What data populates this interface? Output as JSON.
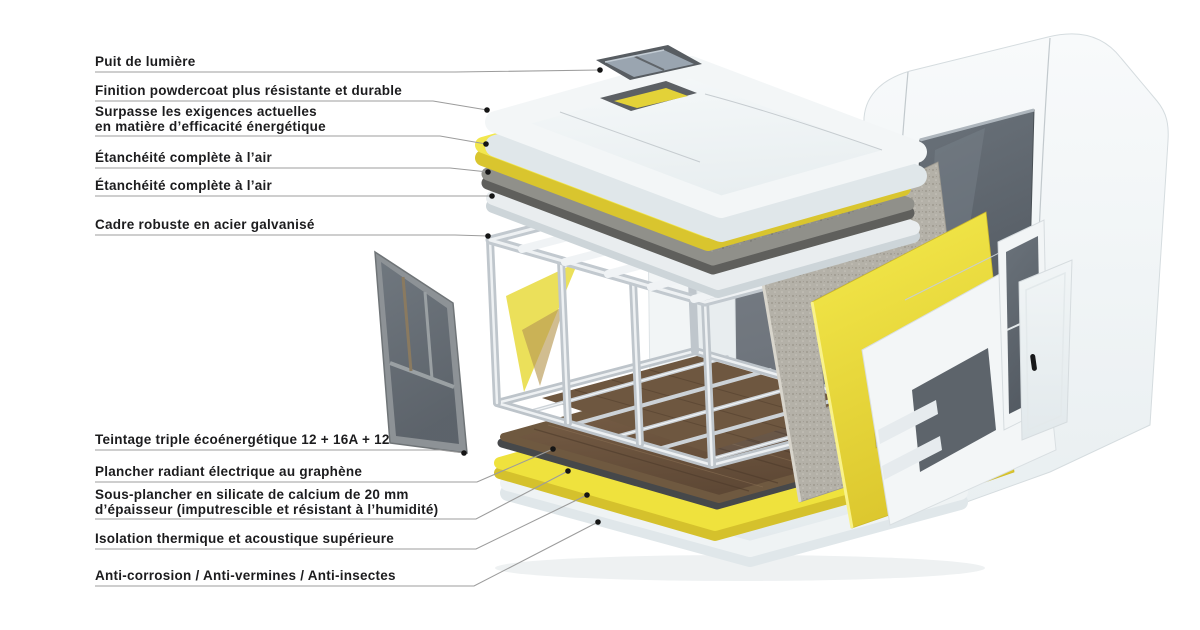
{
  "figure": {
    "type": "exploded-construction-diagram",
    "background": "#ffffff",
    "annotation_text_color": "#1c1c1e",
    "leader_line_color": "#9c9c9c",
    "leader_dot_color": "#151515"
  },
  "colors": {
    "insulation_yellow": "#efe23d",
    "panel_white": "#f2f5f6",
    "membrane_gray": "#8f8f89",
    "steel_frame": "#c2c9cf",
    "wood_floor": "#6f5940",
    "glass_dark": "#5d646b",
    "cement_board": "#b4b1a8"
  },
  "labels": [
    {
      "id": "skylight",
      "text": "Puit de lumière"
    },
    {
      "id": "powdercoat",
      "text": "Finition powdercoat plus résistante et durable"
    },
    {
      "id": "efficiency",
      "text": "Surpasse les exigences actuelles\nen matière d’efficacité énergétique"
    },
    {
      "id": "airtight-1",
      "text": "Étanchéité complète à l’air"
    },
    {
      "id": "airtight-2",
      "text": "Étanchéité complète à l’air"
    },
    {
      "id": "frame",
      "text": "Cadre robuste en acier galvanisé"
    },
    {
      "id": "glazing",
      "text": "Teintage triple écoénergétique 12 + 16A + 12"
    },
    {
      "id": "radiant-floor",
      "text": "Plancher radiant électrique au graphène"
    },
    {
      "id": "subfloor",
      "text": "Sous-plancher en silicate de calcium de 20 mm\nd’épaisseur (imputrescible et résistant à l’humidité)"
    },
    {
      "id": "insulation",
      "text": "Isolation thermique et acoustique supérieure"
    },
    {
      "id": "anti",
      "text": "Anti-corrosion / Anti-vermines / Anti-insectes"
    }
  ]
}
